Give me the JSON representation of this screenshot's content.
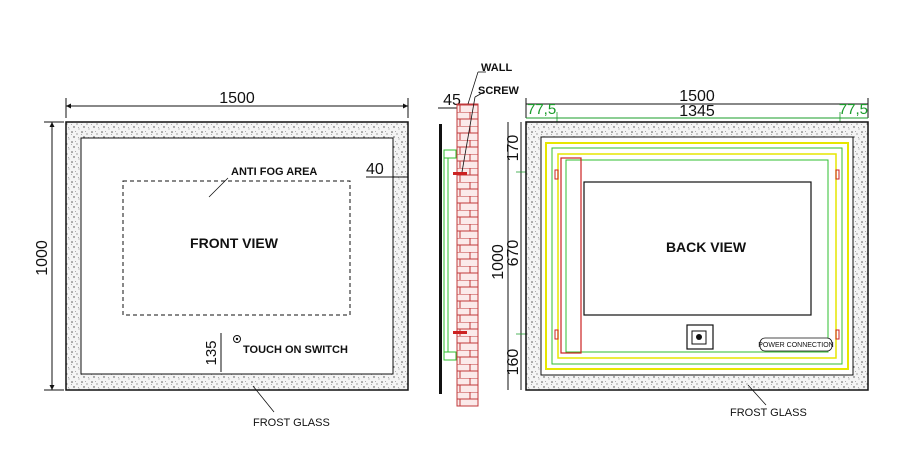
{
  "front_view": {
    "title": "FRONT VIEW",
    "width_dim": "1500",
    "height_dim": "1000",
    "border_dim": "40",
    "switch_offset_dim": "135",
    "anti_fog_label": "ANTI FOG AREA",
    "switch_label": "TOUCH ON SWITCH",
    "frost_glass_label": "FROST GLASS"
  },
  "side_view": {
    "depth_dim": "45",
    "wall_label": "WALL",
    "screw_label": "SCREW"
  },
  "back_view": {
    "title": "BACK VIEW",
    "width_dim": "1500",
    "inner_width_dim": "1345",
    "left_margin_dim": "77,5",
    "right_margin_dim": "77,5",
    "height_dim": "1000",
    "top_dim": "170",
    "middle_dim": "670",
    "bottom_dim": "160",
    "power_label": "POWER CONNECTION",
    "frost_glass_label": "FROST GLASS"
  },
  "colors": {
    "stroke": "#111111",
    "dim_green": "#1a9c2a",
    "yellow_frame": "#e6e600",
    "green_frame": "#2fbf2f",
    "red_mark": "#cc2222",
    "brick": "#c0393b"
  }
}
